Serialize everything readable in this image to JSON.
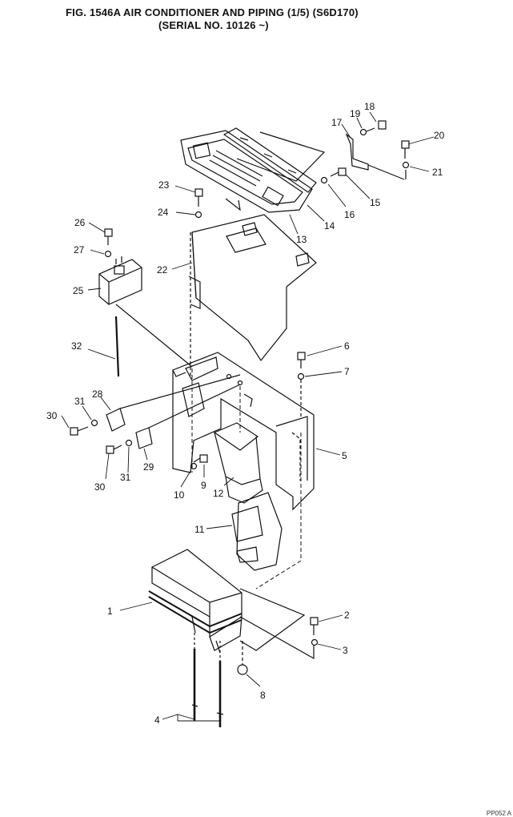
{
  "header": {
    "title_line1": "FIG. 1546A   AIR CONDITIONER AND PIPING (1/5) (S6D170)",
    "title_line2": "(SERIAL NO. 10126 ~)"
  },
  "callouts": [
    "1",
    "2",
    "3",
    "4",
    "5",
    "6",
    "7",
    "8",
    "9",
    "10",
    "11",
    "12",
    "13",
    "14",
    "15",
    "16",
    "17",
    "18",
    "19",
    "20",
    "21",
    "22",
    "23",
    "24",
    "25",
    "26",
    "27",
    "28",
    "29",
    "30",
    "30",
    "31",
    "31",
    "32"
  ],
  "footer": {
    "ref_code": "PP052 A"
  }
}
